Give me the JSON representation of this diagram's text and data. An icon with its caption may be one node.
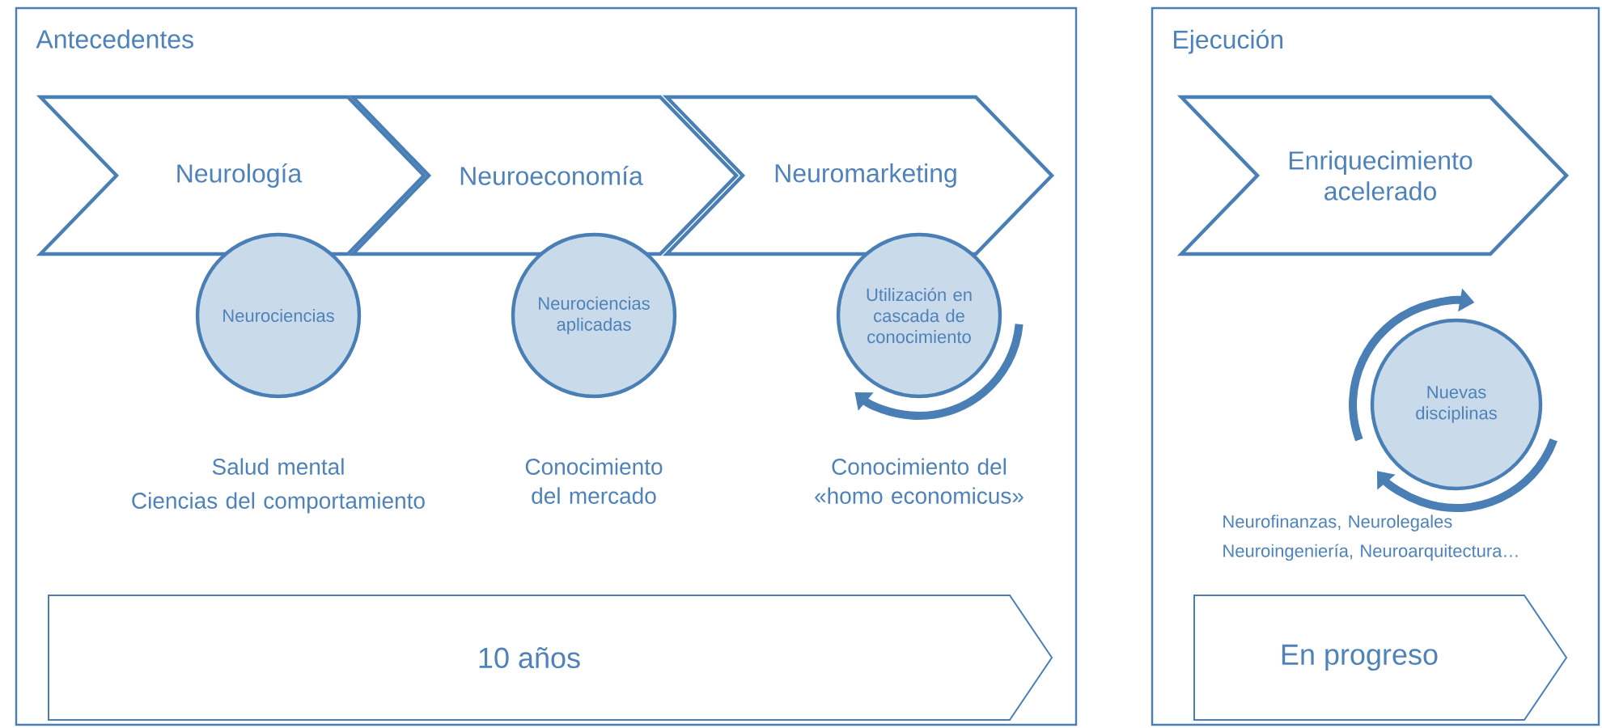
{
  "diagram": {
    "nodes": [
      {
        "text": [
          "Antecedentes"
        ]
      },
      {
        "text": [
          "Neurología"
        ],
        "in": 0
      },
      {
        "text": [
          "Neuroeconomía"
        ],
        "in": 0
      },
      {
        "text": [
          "Neuromarketing"
        ],
        "in": 0
      },
      {
        "text": [
          "Neurociencias"
        ],
        "in": 0
      },
      {
        "text": [
          "Neurociencias aplicadas"
        ],
        "in": 0
      },
      {
        "text": [
          "Utilización en cascada de conocimiento"
        ],
        "in": 0
      },
      {
        "text": [
          "10 años"
        ],
        "in": 0
      },
      {
        "text": [
          "Ejecución"
        ]
      },
      {
        "text": [
          "Enriquecimiento acelerado"
        ],
        "in": 8
      },
      {
        "text": [
          "Nuevas disciplinas"
        ],
        "in": 8
      },
      {
        "text": [
          "En progreso"
        ],
        "in": 8
      }
    ],
    "edges": [],
    "labels": [
      "Salud mental",
      "Ciencias del comportamiento",
      "Conocimiento del mercado",
      "Conocimiento del «homo economicus»",
      "Neurofinanzas, Neurolegales",
      "Neuroingeniería, Neuroarquitectura…"
    ]
  }
}
